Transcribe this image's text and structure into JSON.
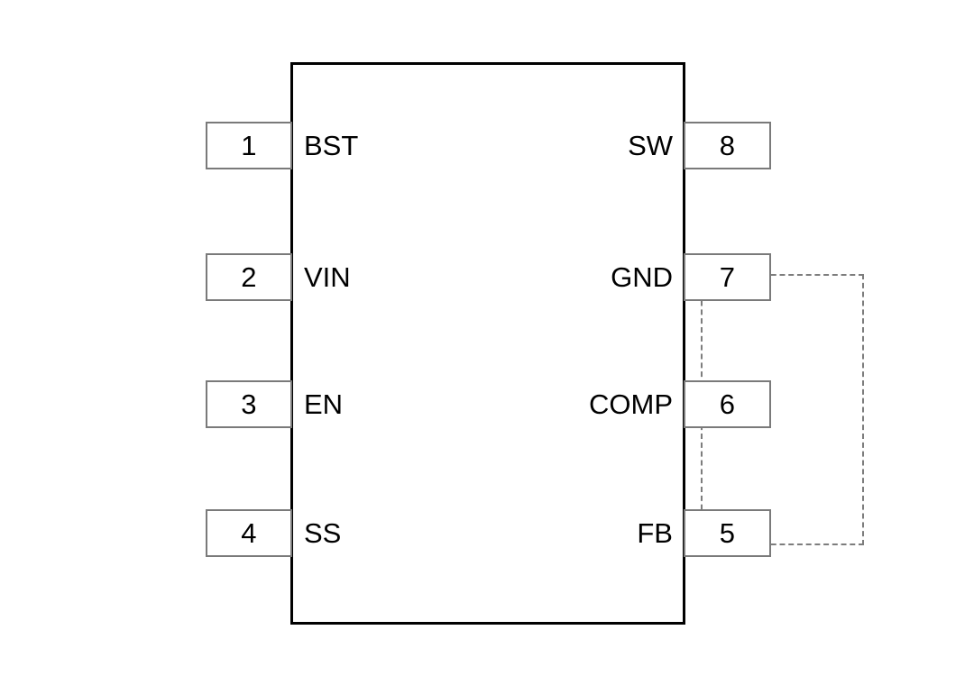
{
  "diagram": {
    "type": "ic-pin-configuration",
    "background_color": "#ffffff",
    "body_border_color": "#000000",
    "pin_border_color": "#7a7a7a",
    "thermal_pad_border_color": "#7d7d7d",
    "pin_count": 8
  },
  "pins": {
    "left": [
      {
        "number": "1",
        "name": "BST"
      },
      {
        "number": "2",
        "name": "VIN"
      },
      {
        "number": "3",
        "name": "EN"
      },
      {
        "number": "4",
        "name": "SS"
      }
    ],
    "right": [
      {
        "number": "8",
        "name": "SW"
      },
      {
        "number": "7",
        "name": "GND"
      },
      {
        "number": "6",
        "name": "COMP"
      },
      {
        "number": "5",
        "name": "FB"
      }
    ]
  }
}
